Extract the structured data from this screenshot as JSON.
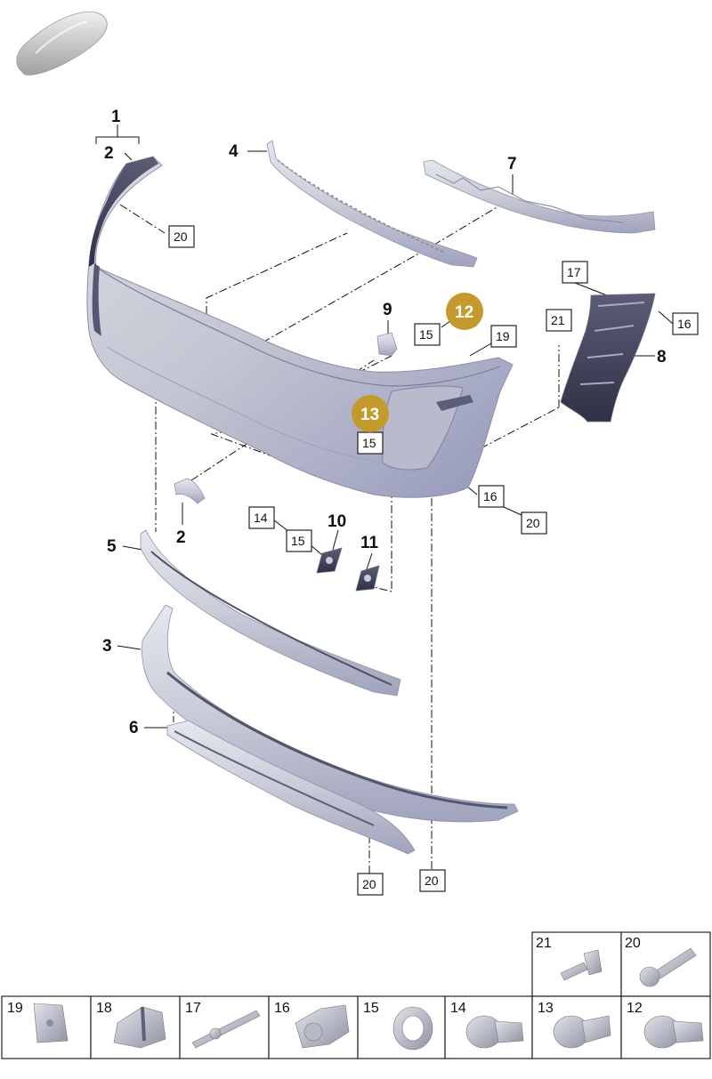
{
  "labels": {
    "p1": "1",
    "p2a": "2",
    "p2b": "2",
    "p3": "3",
    "p4": "4",
    "p5": "5",
    "p6": "6",
    "p7": "7",
    "p8": "8",
    "p9": "9",
    "p10": "10",
    "p11": "11"
  },
  "boxes": {
    "b20a": "20",
    "b17": "17",
    "b16a": "16",
    "b21": "21",
    "b19": "19",
    "b15a": "15",
    "b15b": "15",
    "b16b": "16",
    "b20b": "20",
    "b14": "14",
    "b15c": "15",
    "b20c": "20",
    "b20d": "20"
  },
  "circles": {
    "c12": "12",
    "c13": "13"
  },
  "colors": {
    "highlight": "#c49a2e",
    "part_silver": "#c8cad6",
    "part_dark": "#3e4157"
  },
  "legend": {
    "top": [
      {
        "num": "21",
        "icon": "push-rivet-icon"
      },
      {
        "num": "20",
        "icon": "screw-icon"
      }
    ],
    "bottom": [
      {
        "num": "19",
        "icon": "clip-plate-icon"
      },
      {
        "num": "18",
        "icon": "bracket-icon"
      },
      {
        "num": "17",
        "icon": "pin-icon"
      },
      {
        "num": "16",
        "icon": "grommet-icon"
      },
      {
        "num": "15",
        "icon": "ring-icon"
      },
      {
        "num": "14",
        "icon": "sensor-icon"
      },
      {
        "num": "13",
        "icon": "sensor-icon"
      },
      {
        "num": "12",
        "icon": "sensor-icon"
      }
    ]
  }
}
